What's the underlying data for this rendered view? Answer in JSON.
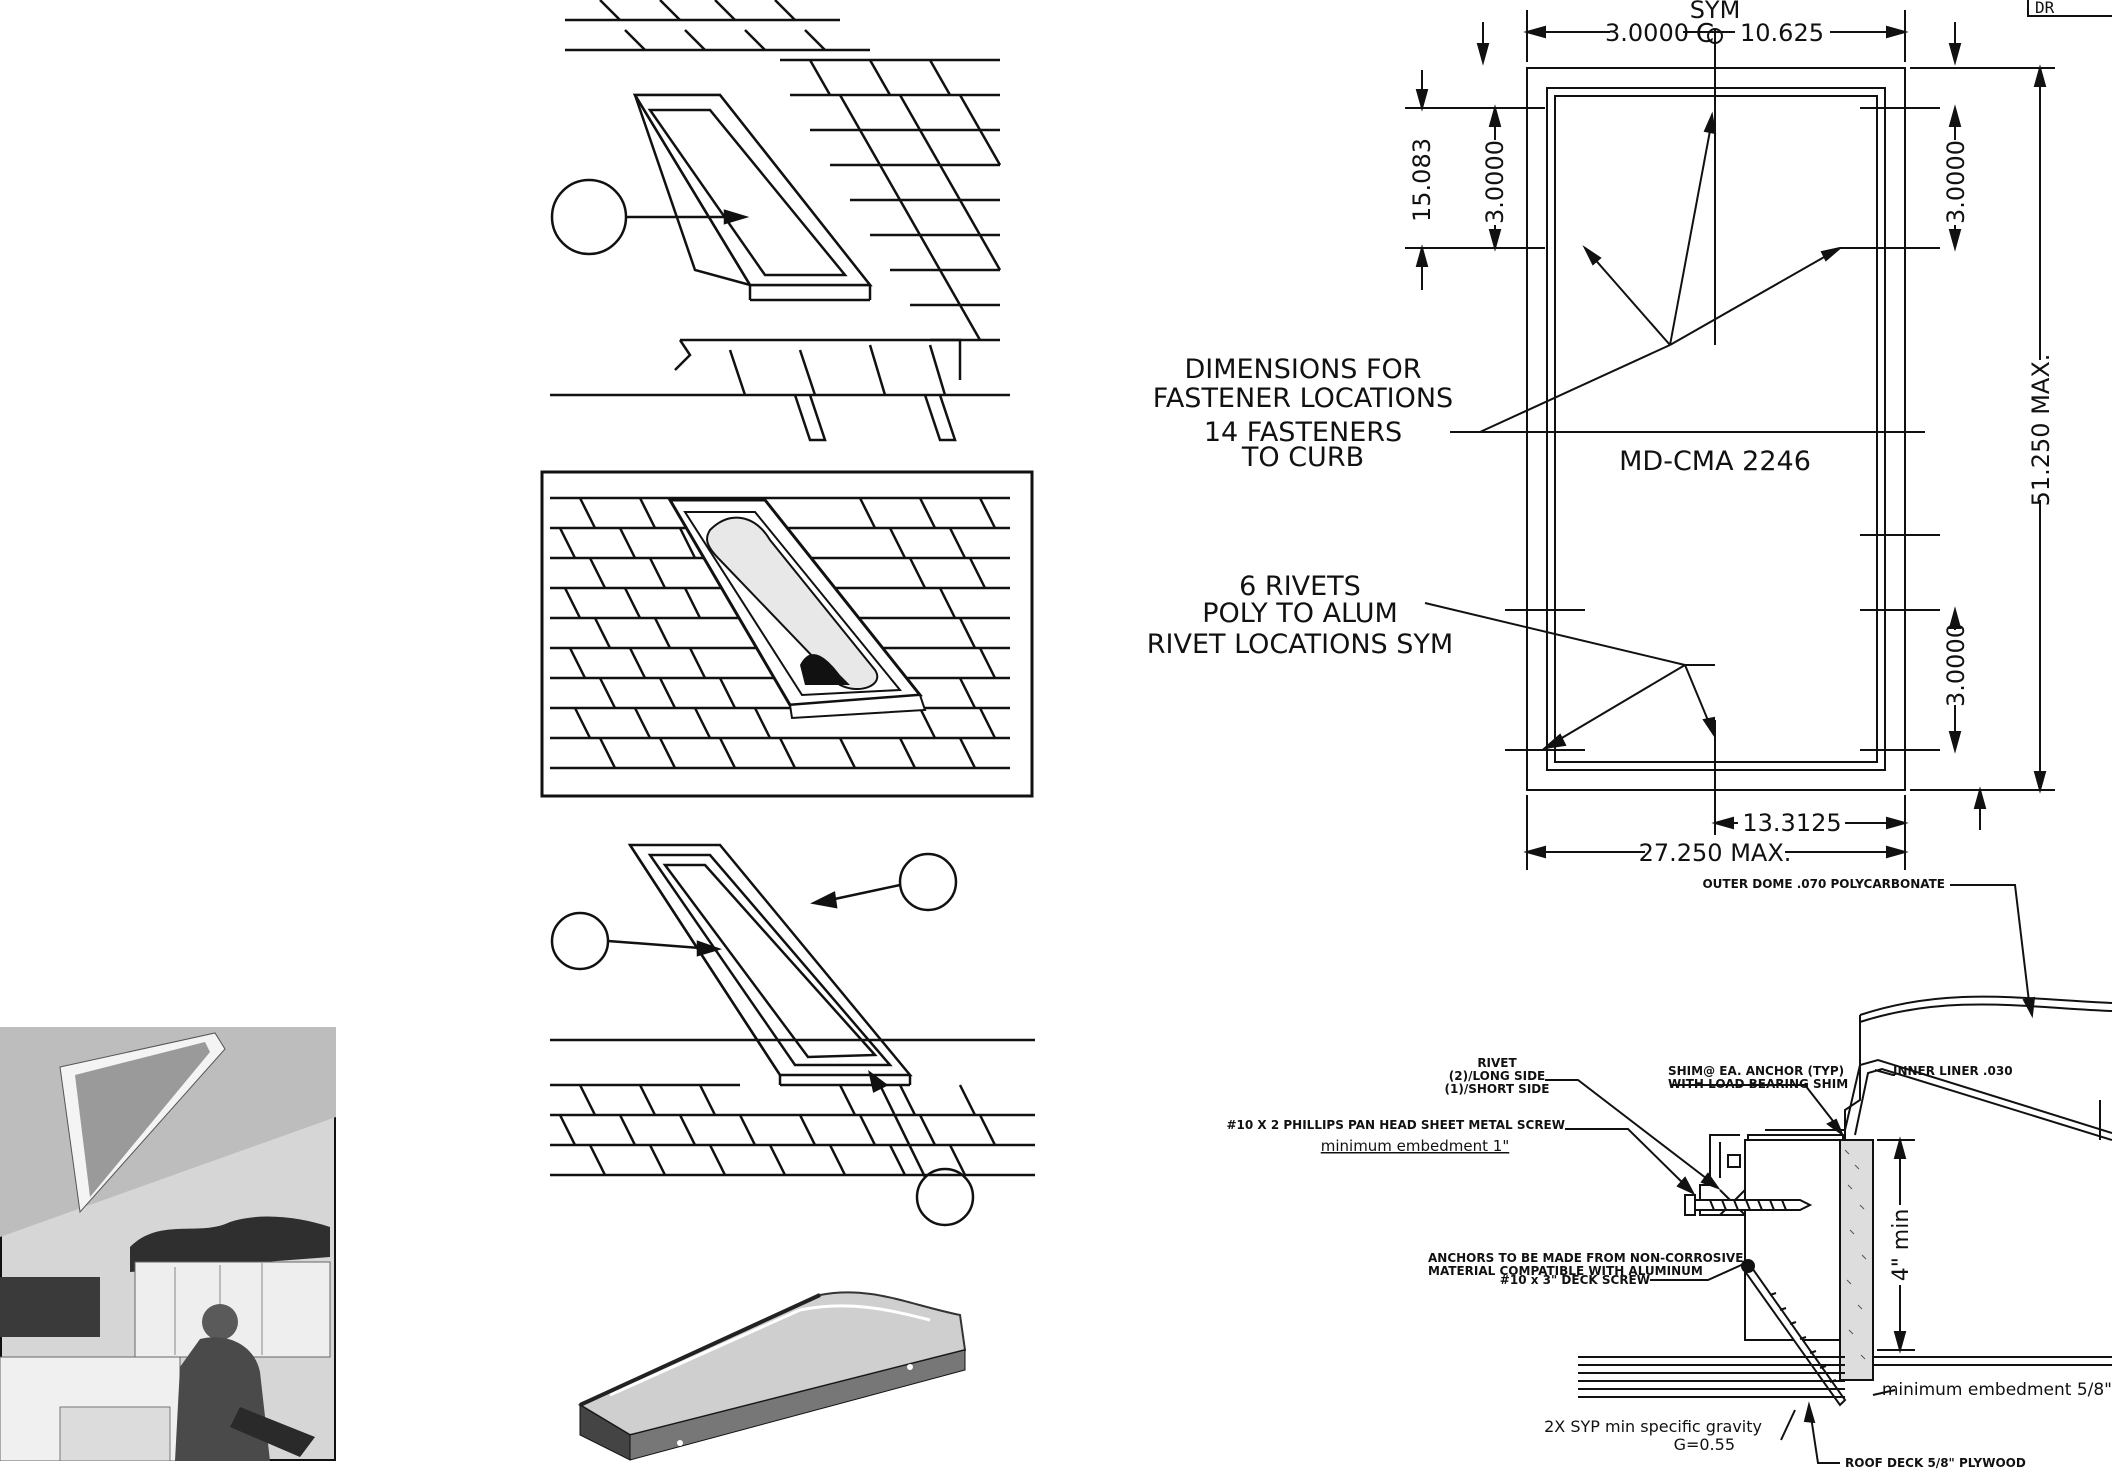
{
  "colors": {
    "ink": "#111111",
    "paper": "#ffffff",
    "photo_dark": "#2b2b2b",
    "photo_mid": "#8a8a8a",
    "photo_light": "#cfcfcf"
  },
  "plan": {
    "sym_label": "SYM",
    "centerline_symbol": "C",
    "dim_top_left": "3.0000",
    "dim_top_right": "10.625",
    "dim_left_outer": "15.083",
    "dim_left_inner": "3.0000",
    "dim_right_top": "3.0000",
    "dim_right_overall": "51.250 MAX.",
    "dim_right_bottom": "3.0000",
    "dim_bottom_half": "13.3125",
    "dim_bottom_overall": "27.250 MAX.",
    "unit_label": "MD-CMA 2246",
    "note_fastener_1": "DIMENSIONS FOR",
    "note_fastener_2": "FASTENER LOCATIONS",
    "note_fastener_3": "14 FASTENERS",
    "note_fastener_4": "TO CURB",
    "note_rivet_1": "6 RIVETS",
    "note_rivet_2": "POLY TO ALUM",
    "note_rivet_3": "RIVET LOCATIONS SYM",
    "corner_tag": "DR"
  },
  "section": {
    "outer_dome": "OUTER DOME .070 POLYCARBONATE",
    "rivet_1": "RIVET",
    "rivet_2": "(2)/LONG SIDE",
    "rivet_3": "(1)/SHORT SIDE",
    "shim_1": "SHIM@ EA. ANCHOR (TYP)",
    "shim_2": "WITH LOAD BEARING SHIM",
    "inner_liner": "INNER LINER   .030",
    "screw_1": "#10 X 2 PHILLIPS PAN HEAD SHEET METAL SCREW",
    "screw_2": "minimum embedment 1\"",
    "anchors_1": "ANCHORS TO BE MADE FROM NON-CORROSIVE",
    "anchors_2": "MATERIAL COMPATIBLE WITH ALUMINUM",
    "deck_screw": "#10 x 3\" DECK SCREW",
    "min_4": "4\" min",
    "embed_58": "minimum embedment 5/8\"",
    "syp_1": "2X SYP min specific gravity",
    "syp_2": "G=0.55",
    "roof_deck": "ROOF DECK 5/8\" PLYWOOD"
  }
}
